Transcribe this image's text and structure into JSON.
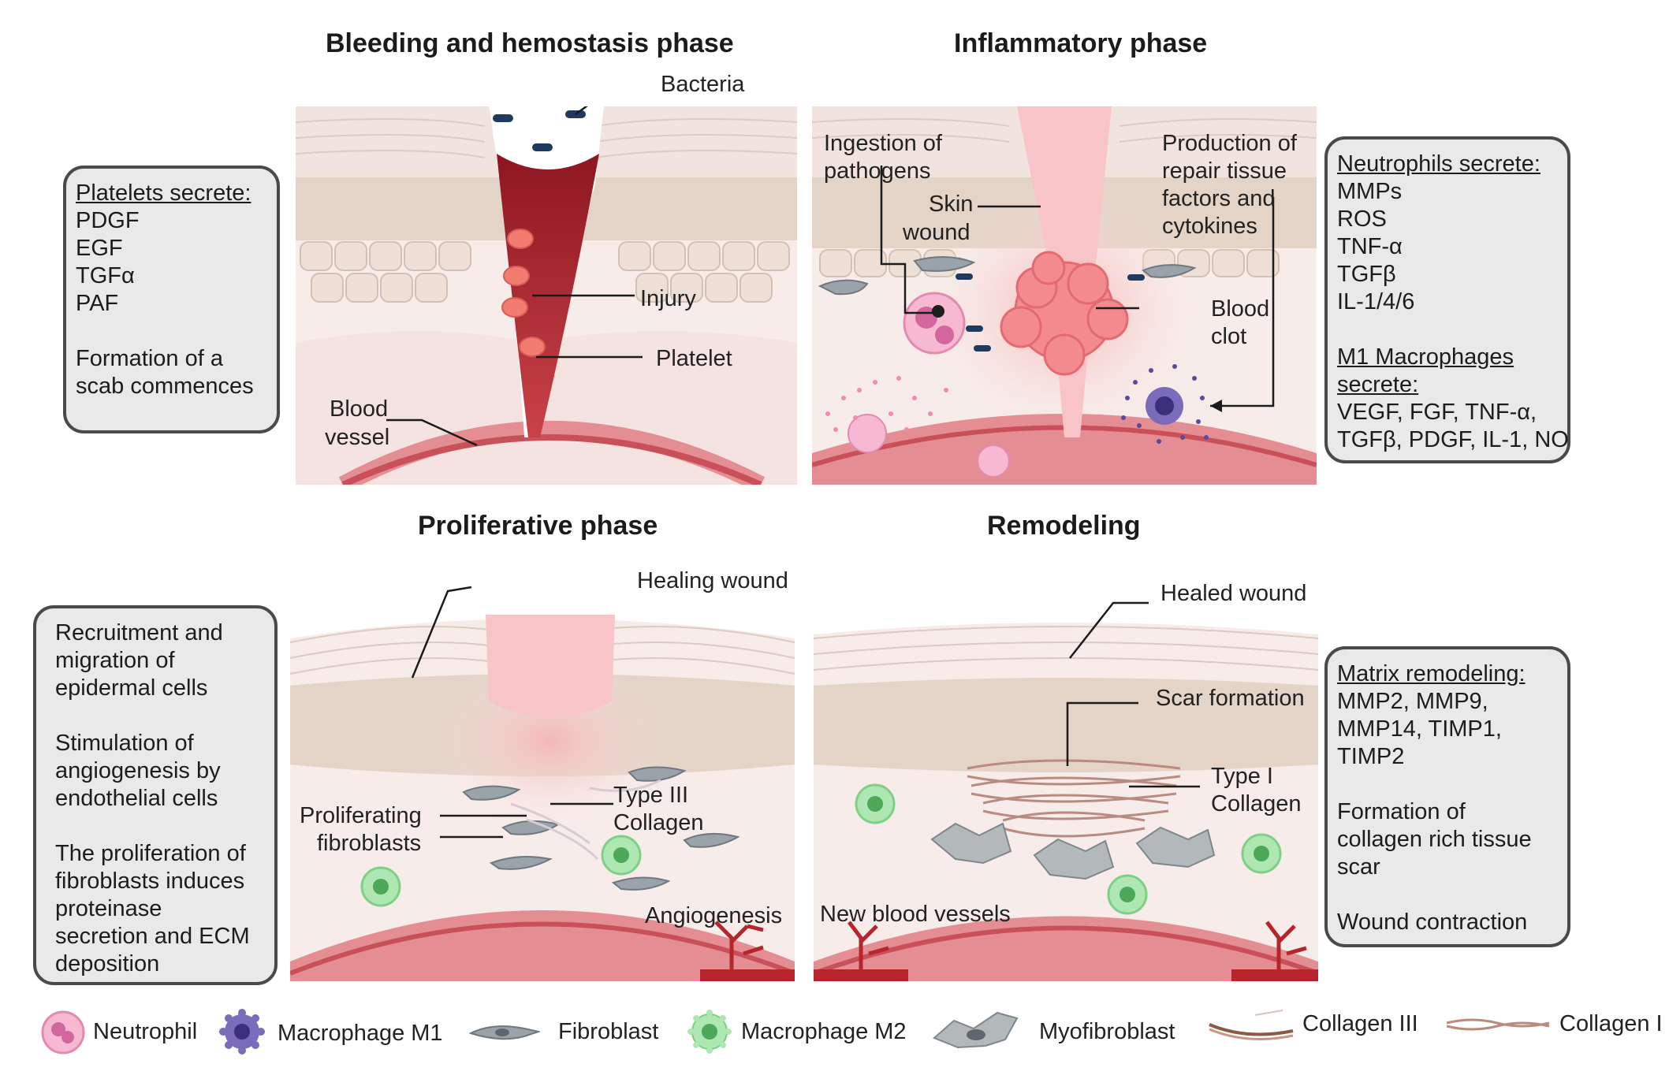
{
  "titles": {
    "bleeding": "Bleeding and hemostasis phase",
    "inflammatory": "Inflammatory phase",
    "proliferative": "Proliferative phase",
    "remodeling": "Remodeling"
  },
  "boxes": {
    "platelets": {
      "heading": "Platelets secrete:",
      "lines": [
        "PDGF",
        "EGF",
        "TGFα",
        "PAF"
      ],
      "note1": "Formation of a",
      "note2": "scab commences"
    },
    "neutrophils": {
      "heading": "Neutrophils secrete:",
      "lines": [
        "MMPs",
        "ROS",
        "TNF-α",
        "TGFβ",
        "IL-1/4/6"
      ],
      "heading2a": "M1 Macrophages",
      "heading2b": "secrete:",
      "lines2": [
        "VEGF, FGF, TNF-α,",
        "TGFβ, PDGF, IL-1, NO"
      ]
    },
    "proliferative": {
      "lines": [
        "Recruitment and",
        "migration of",
        "epidermal cells",
        "",
        "Stimulation of",
        "angiogenesis by",
        "endothelial cells",
        "",
        "The proliferation of",
        "fibroblasts induces",
        "proteinase",
        "secretion and ECM",
        "deposition"
      ]
    },
    "remodeling": {
      "heading": "Matrix remodeling:",
      "lines": [
        "MMP2, MMP9,",
        "MMP14, TIMP1,",
        "TIMP2",
        "",
        "Formation of",
        "collagen rich tissue",
        "scar",
        "",
        "Wound contraction"
      ]
    }
  },
  "labels": {
    "bacteria": "Bacteria",
    "injury": "Injury",
    "platelet": "Platelet",
    "blood_vessel_1": "Blood",
    "blood_vessel_2": "vessel",
    "ingestion_1": "Ingestion of",
    "ingestion_2": "pathogens",
    "skin_wound_1": "Skin",
    "skin_wound_2": "wound",
    "production_1": "Production of",
    "production_2": "repair tissue",
    "production_3": "factors and",
    "production_4": "cytokines",
    "blood_clot_1": "Blood",
    "blood_clot_2": "clot",
    "healing_wound": "Healing wound",
    "type3_1": "Type III",
    "type3_2": "Collagen",
    "prolif_fib_1": "Proliferating",
    "prolif_fib_2": "fibroblasts",
    "angiogenesis": "Angiogenesis",
    "healed_wound": "Healed wound",
    "scar_formation": "Scar formation",
    "type1_1": "Type I",
    "type1_2": "Collagen",
    "new_vessels": "New blood vessels"
  },
  "legend": {
    "neutrophil": "Neutrophil",
    "macrophage_m1": "Macrophage M1",
    "fibroblast": "Fibroblast",
    "macrophage_m2": "Macrophage M2",
    "myofibroblast": "Myofibroblast",
    "collagen3": "Collagen III",
    "collagen1": "Collagen I"
  },
  "colors": {
    "skin_top": "#f1e6e0",
    "epidermis": "#e4d3c7",
    "dermis": "#f6e9e6",
    "blood": "#b5262c",
    "vessel": "#e48d92",
    "neutrophil": "#f3a7c8",
    "macrophage_m1": "#6a5aa8",
    "macrophage_m2": "#9fe0a6",
    "fibroblast": "#8b959c",
    "clot": "#f28a8e"
  }
}
